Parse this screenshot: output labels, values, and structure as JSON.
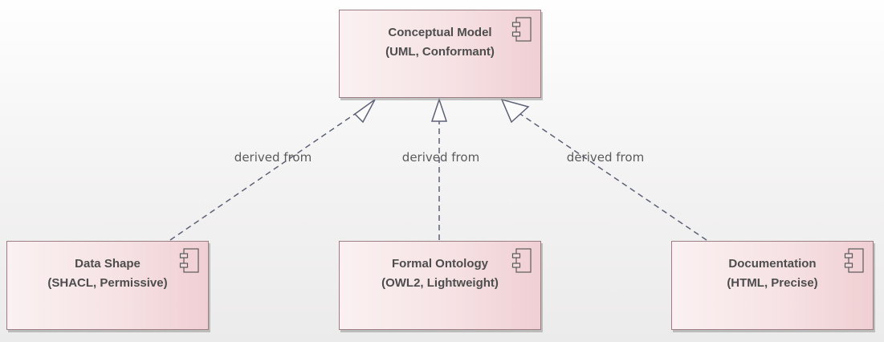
{
  "diagram": {
    "nodes": [
      {
        "id": "conceptual",
        "title": "Conceptual Model",
        "subtitle": "(UML, Conformant)",
        "icon": "component-icon"
      },
      {
        "id": "datashape",
        "title": "Data Shape",
        "subtitle": "(SHACL, Permissive)",
        "icon": "component-icon"
      },
      {
        "id": "ontology",
        "title": "Formal Ontology",
        "subtitle": "(OWL2, Lightweight)",
        "icon": "component-icon"
      },
      {
        "id": "documentation",
        "title": "Documentation",
        "subtitle": "(HTML, Precise)",
        "icon": "component-icon"
      }
    ],
    "edges": [
      {
        "from": "datashape",
        "to": "conceptual",
        "label": "derived from",
        "style": "dashed",
        "arrow": "hollow-triangle"
      },
      {
        "from": "ontology",
        "to": "conceptual",
        "label": "derived from",
        "style": "dashed",
        "arrow": "hollow-triangle"
      },
      {
        "from": "documentation",
        "to": "conceptual",
        "label": "derived from",
        "style": "dashed",
        "arrow": "hollow-triangle"
      }
    ],
    "colors": {
      "node_fill_light": "#fbf1f2",
      "node_fill_dark": "#f0cfd3",
      "node_border": "#9a7e83",
      "edge": "#5c6176",
      "text": "#4d4d4d"
    }
  }
}
